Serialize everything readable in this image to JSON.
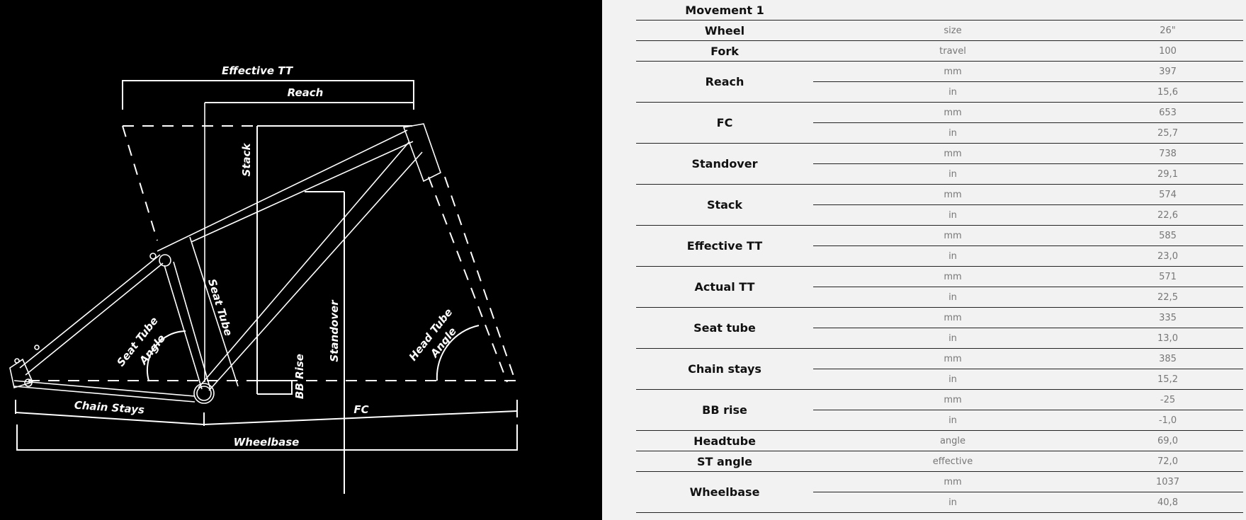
{
  "diagram": {
    "labels": {
      "effective_tt": "Effective TT",
      "reach": "Reach",
      "stack": "Stack",
      "seat_tube": "Seat Tube",
      "standover": "Standover",
      "seat_tube_angle_1": "Seat Tube",
      "seat_tube_angle_2": "Angle",
      "head_tube_angle_1": "Head Tube",
      "head_tube_angle_2": "Angle",
      "bb_rise": "BB Rise",
      "chain_stays": "Chain Stays",
      "fc": "FC",
      "wheelbase": "Wheelbase"
    }
  },
  "table": {
    "model": "Movement 1",
    "groups": [
      {
        "param": "Wheel",
        "rows": [
          {
            "unit": "size",
            "value": "26\""
          }
        ]
      },
      {
        "param": "Fork",
        "rows": [
          {
            "unit": "travel",
            "value": "100"
          }
        ]
      },
      {
        "param": "Reach",
        "rows": [
          {
            "unit": "mm",
            "value": "397"
          },
          {
            "unit": "in",
            "value": "15,6"
          }
        ]
      },
      {
        "param": "FC",
        "rows": [
          {
            "unit": "mm",
            "value": "653"
          },
          {
            "unit": "in",
            "value": "25,7"
          }
        ]
      },
      {
        "param": "Standover",
        "rows": [
          {
            "unit": "mm",
            "value": "738"
          },
          {
            "unit": "in",
            "value": "29,1"
          }
        ]
      },
      {
        "param": "Stack",
        "rows": [
          {
            "unit": "mm",
            "value": "574"
          },
          {
            "unit": "in",
            "value": "22,6"
          }
        ]
      },
      {
        "param": "Effective TT",
        "rows": [
          {
            "unit": "mm",
            "value": "585"
          },
          {
            "unit": "in",
            "value": "23,0"
          }
        ]
      },
      {
        "param": "Actual TT",
        "rows": [
          {
            "unit": "mm",
            "value": "571"
          },
          {
            "unit": "in",
            "value": "22,5"
          }
        ]
      },
      {
        "param": "Seat tube",
        "rows": [
          {
            "unit": "mm",
            "value": "335"
          },
          {
            "unit": "in",
            "value": "13,0"
          }
        ]
      },
      {
        "param": "Chain stays",
        "rows": [
          {
            "unit": "mm",
            "value": "385"
          },
          {
            "unit": "in",
            "value": "15,2"
          }
        ]
      },
      {
        "param": "BB rise",
        "rows": [
          {
            "unit": "mm",
            "value": "-25"
          },
          {
            "unit": "in",
            "value": "-1,0"
          }
        ]
      },
      {
        "param": "Headtube",
        "rows": [
          {
            "unit": "angle",
            "value": "69,0"
          }
        ]
      },
      {
        "param": "ST angle",
        "rows": [
          {
            "unit": "effective",
            "value": "72,0"
          }
        ]
      },
      {
        "param": "Wheelbase",
        "rows": [
          {
            "unit": "mm",
            "value": "1037"
          },
          {
            "unit": "in",
            "value": "40,8"
          }
        ]
      }
    ]
  }
}
